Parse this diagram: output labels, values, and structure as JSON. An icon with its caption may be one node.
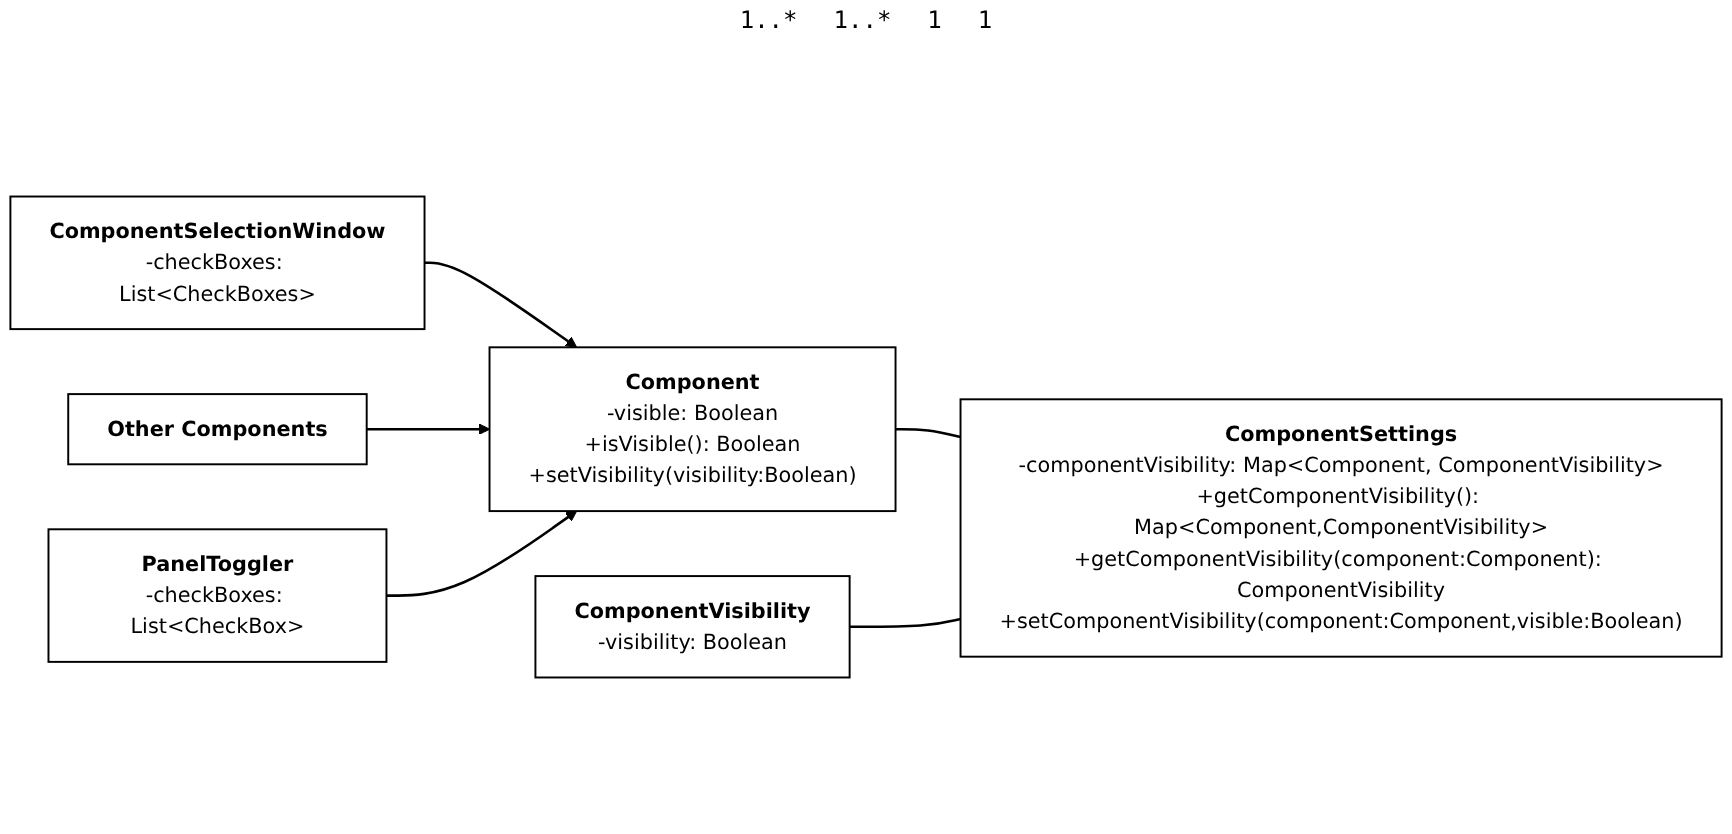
{
  "diagram": {
    "nodes": [
      {
        "text": [
          "ComponentSelectionWindow",
          "-checkBoxes: List<CheckBoxes>"
        ]
      },
      {
        "text": [
          "Component",
          "-visible: Boolean",
          "+isVisible(): Boolean",
          "+setVisibility(visibility:Boolean)"
        ]
      },
      {
        "text": [
          "Other Components"
        ]
      },
      {
        "text": [
          "ComponentVisibility",
          "-visibility: Boolean"
        ]
      },
      {
        "text": [
          "PanelToggler",
          "-checkBoxes: List<CheckBox>"
        ]
      },
      {
        "text": [
          "ComponentSettings",
          "-componentVisibility: Map<Component, ComponentVisibility>",
          "+getComponentVisibility(): Map<Component,ComponentVisibility>",
          "+getComponentVisibility(component:Component): ComponentVisibility",
          "+setComponentVisibility(component:Component,visible:Boolean)"
        ]
      }
    ],
    "edges": [
      {
        "from": 0,
        "to": 1,
        "arrow": "to"
      },
      {
        "from": 2,
        "to": 1,
        "arrow": "to"
      },
      {
        "from": 4,
        "to": 1,
        "arrow": "to"
      },
      {
        "from": 1,
        "to": 5,
        "arrow": "none"
      },
      {
        "from": 3,
        "to": 5,
        "arrow": "none"
      }
    ],
    "labels": [
      "1..*",
      "1..*",
      "1",
      "1"
    ]
  }
}
